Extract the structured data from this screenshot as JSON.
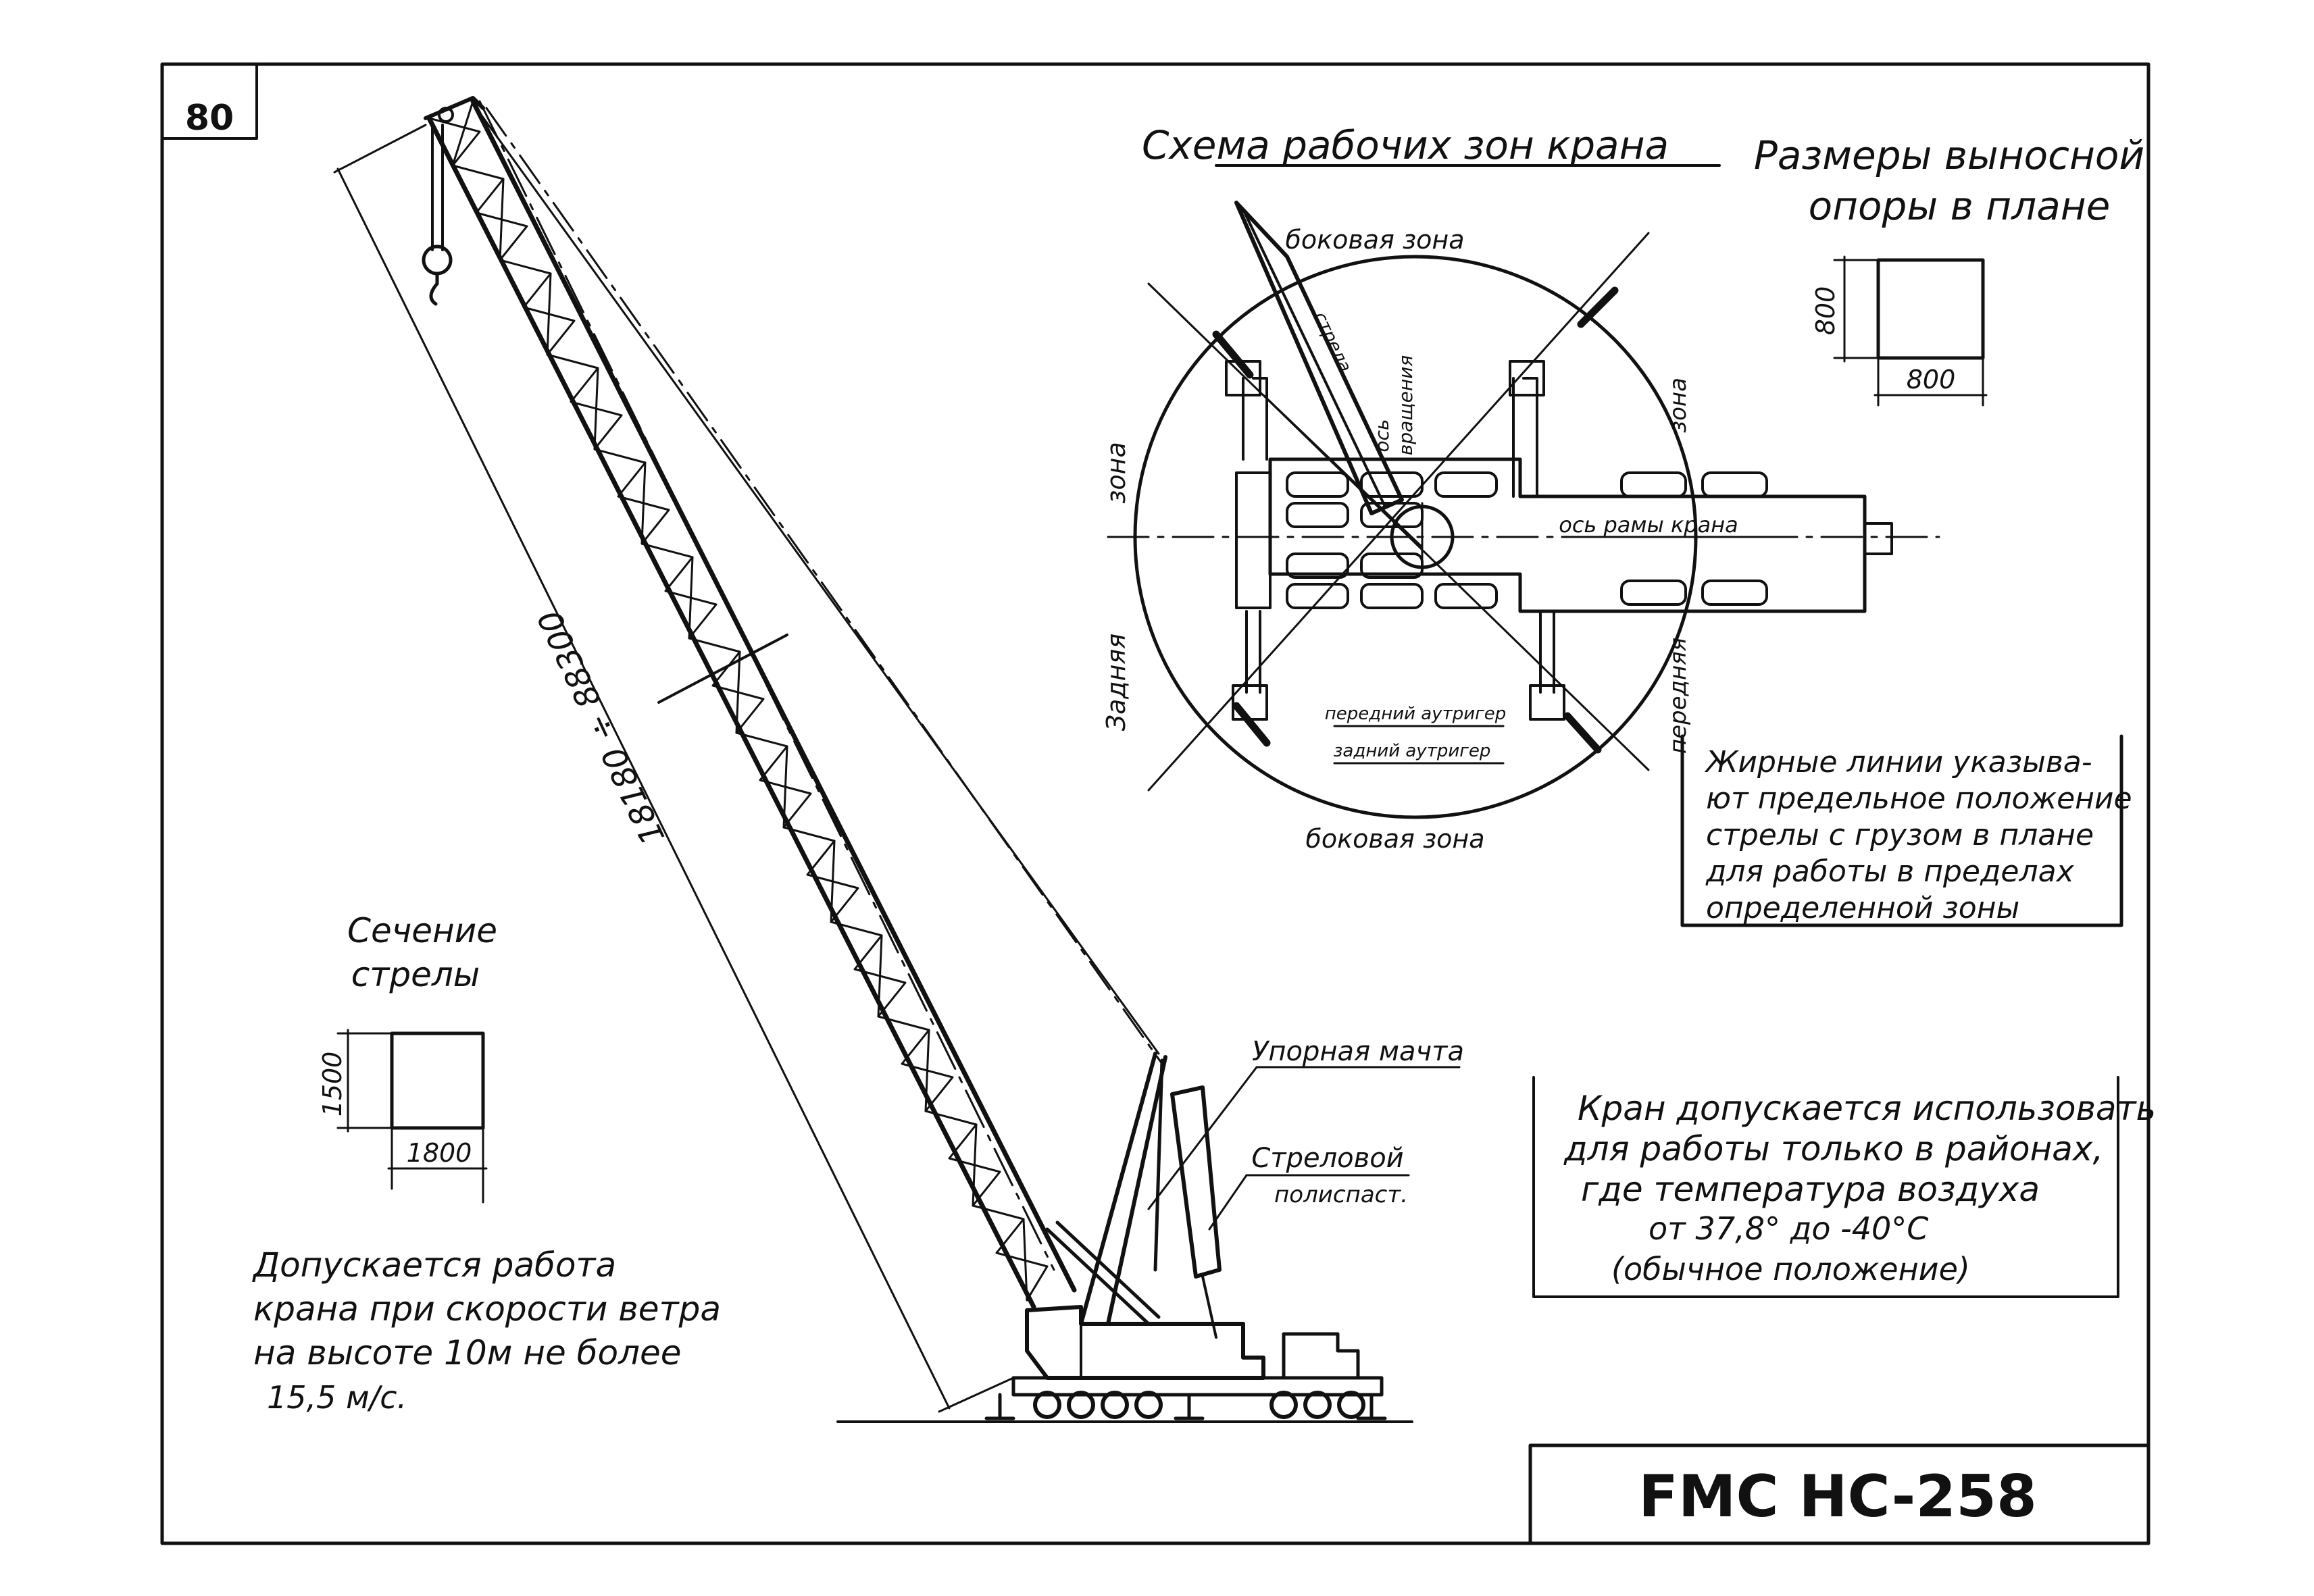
{
  "sheet": {
    "page_number": "80",
    "model_title": "FMC HC-258"
  },
  "plan_scheme": {
    "title": "Схема рабочих зон крана",
    "zone_side_top": "боковая зона",
    "zone_side_bottom": "боковая зона",
    "zone_rear_word1": "Задняя",
    "zone_rear_word2": "зона",
    "zone_front_word1": "передняя",
    "zone_front_word2": "зона",
    "rotation_axis_word1": "ось",
    "rotation_axis_word2": "вращения",
    "boom_label": "стрела",
    "frame_axis": "ось рамы крана",
    "front_outrigger": "передний аутригер",
    "rear_outrigger": "задний аутригер"
  },
  "outrigger_pad": {
    "title_line1": "Размеры выносной",
    "title_line2": "опоры в плане",
    "dim_height": "800",
    "dim_width": "800"
  },
  "bold_lines_note": {
    "lines": [
      "Жирные линии указыва-",
      "ют предельное положение",
      "стрелы с грузом в плане",
      "для работы в пределах",
      "определенной зоны"
    ]
  },
  "boom_section": {
    "title_line1": "Сечение",
    "title_line2": "стрелы",
    "dim_height": "1500",
    "dim_width": "1800"
  },
  "elevation": {
    "boom_length": "18180 ÷ 88300",
    "support_mast": "Упорная мачта",
    "boom_hoist_line1": "Стреловой",
    "boom_hoist_line2": "полиспаст."
  },
  "wind_note": {
    "lines": [
      "Допускается работа",
      "крана при скорости ветра",
      "на высоте 10м не более",
      "15,5 м/с."
    ]
  },
  "temperature_note": {
    "lines": [
      "Кран допускается использовать",
      "для работы только в районах,",
      "где температура воздуха",
      "от 37,8° до -40°С",
      "(обычное положение)"
    ]
  }
}
